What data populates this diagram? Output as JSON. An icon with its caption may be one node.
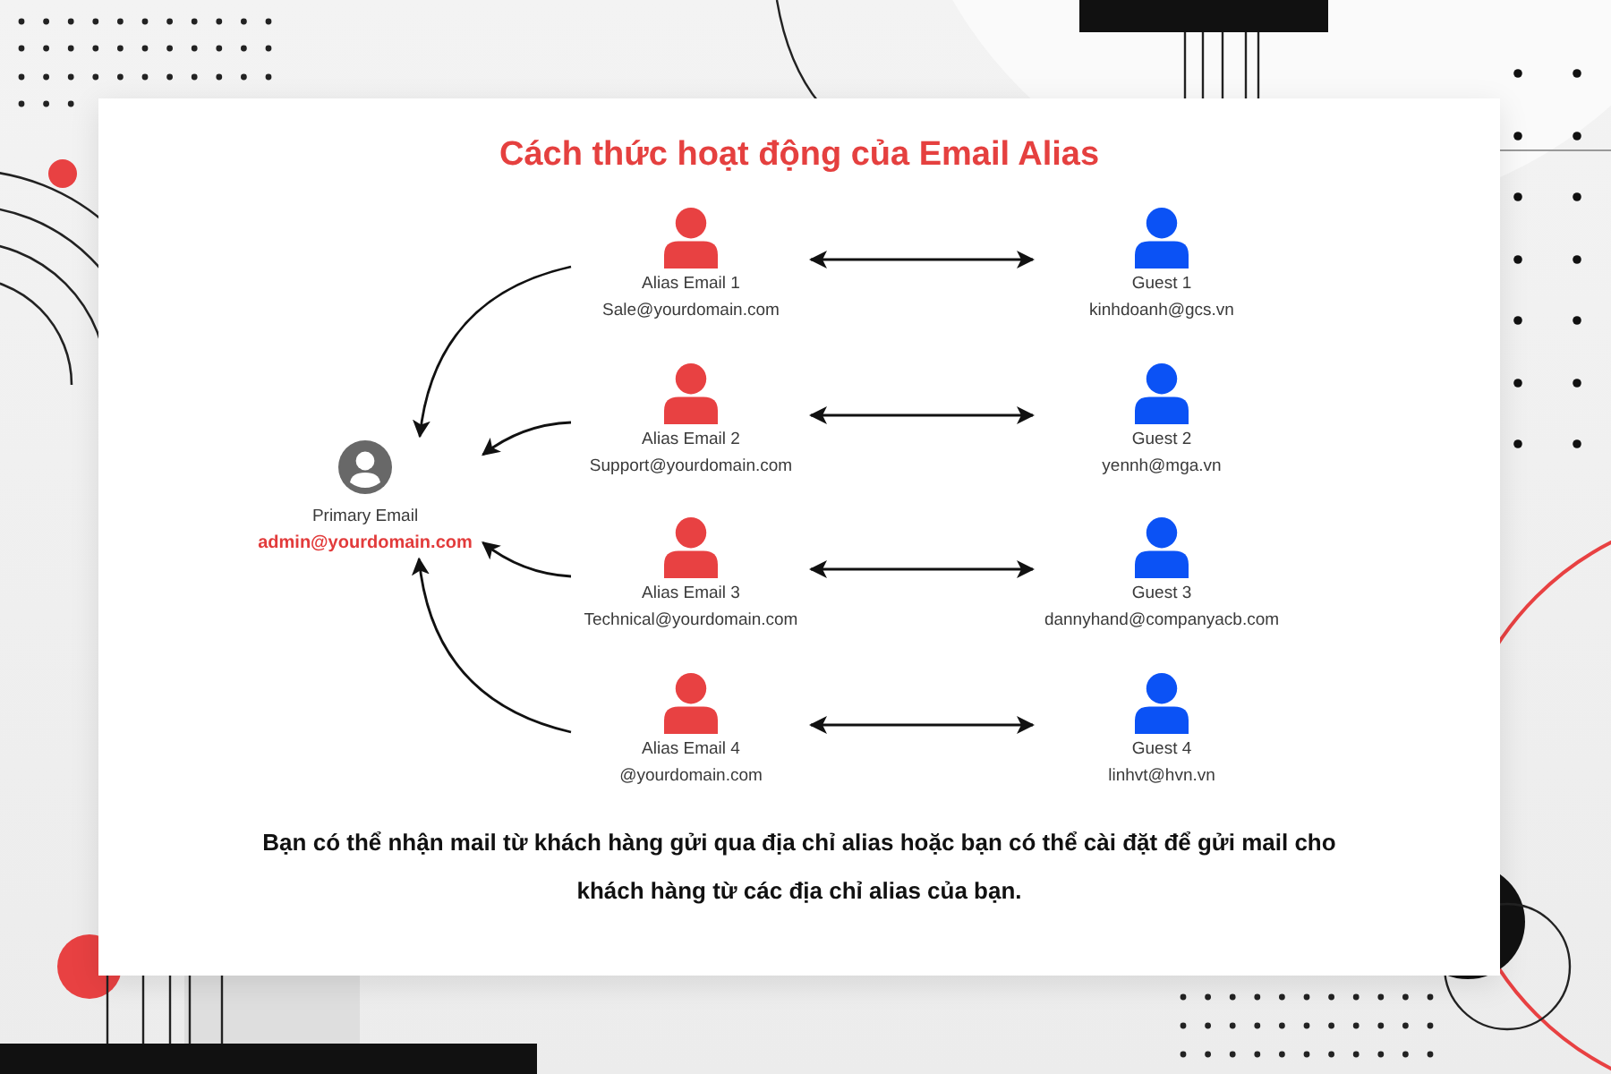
{
  "diagram": {
    "title": "Cách thức hoạt động của Email Alias",
    "nodes": [
      {
        "text": [
          "Primary Email",
          "admin@yourdomain.com"
        ]
      },
      {
        "text": [
          "Alias Email 1",
          "Sale@yourdomain.com"
        ]
      },
      {
        "text": [
          "Alias Email 2",
          "Support@yourdomain.com"
        ]
      },
      {
        "text": [
          "Alias Email 3",
          "Technical@yourdomain.com"
        ]
      },
      {
        "text": [
          "Alias Email 4",
          "@yourdomain.com"
        ]
      },
      {
        "text": [
          "Guest 1",
          "kinhdoanh@gcs.vn"
        ]
      },
      {
        "text": [
          "Guest 2",
          "yennh@mga.vn"
        ]
      },
      {
        "text": [
          "Guest 3",
          "dannyhand@companyacb.com"
        ]
      },
      {
        "text": [
          "Guest 4",
          "linhvt@hvn.vn"
        ]
      }
    ],
    "edges": [
      {
        "from": 1,
        "to": 0,
        "arrow": "to"
      },
      {
        "from": 1,
        "to": 5,
        "arrow": "both"
      },
      {
        "from": 2,
        "to": 0,
        "arrow": "to"
      },
      {
        "from": 2,
        "to": 6,
        "arrow": "both"
      },
      {
        "from": 3,
        "to": 0,
        "arrow": "to"
      },
      {
        "from": 3,
        "to": 7,
        "arrow": "both"
      },
      {
        "from": 4,
        "to": 0,
        "arrow": "to"
      },
      {
        "from": 4,
        "to": 8,
        "arrow": "both"
      }
    ],
    "caption": "Bạn có thể nhận mail từ khách hàng gửi qua địa chỉ alias hoặc bạn có thể cài đặt để gửi mail cho khách hàng từ các địa chỉ alias của bạn."
  }
}
